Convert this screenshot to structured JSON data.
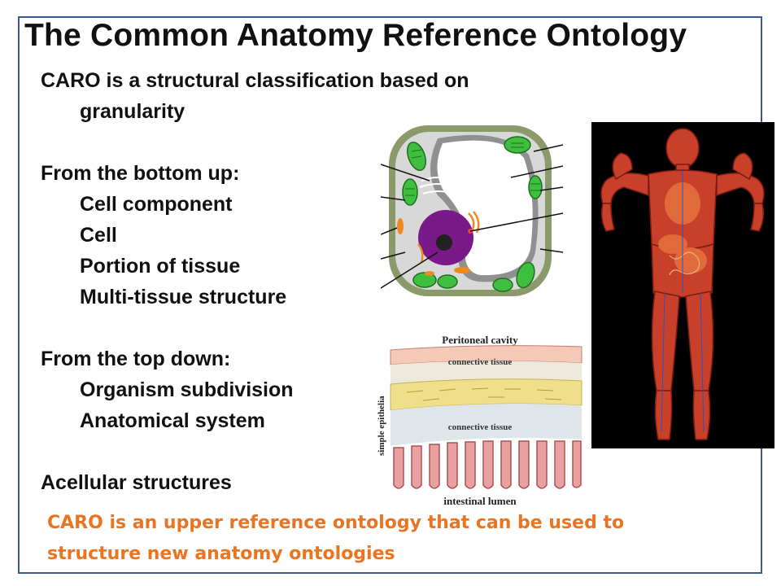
{
  "slide": {
    "title": "The Common Anatomy Reference Ontology",
    "lines": [
      {
        "text": "CARO is a structural classification based on",
        "indent": 0
      },
      {
        "text": "granularity",
        "indent": 1
      },
      {
        "text": "",
        "indent": 0
      },
      {
        "text": "From the bottom up:",
        "indent": 0
      },
      {
        "text": "Cell component",
        "indent": 1
      },
      {
        "text": "Cell",
        "indent": 1
      },
      {
        "text": "Portion of tissue",
        "indent": 1
      },
      {
        "text": "Multi-tissue structure",
        "indent": 1
      },
      {
        "text": "",
        "indent": 0
      },
      {
        "text": "From the top down:",
        "indent": 0
      },
      {
        "text": "Organism subdivision",
        "indent": 1
      },
      {
        "text": "Anatomical system",
        "indent": 1
      },
      {
        "text": "",
        "indent": 0
      },
      {
        "text": "Acellular structures",
        "indent": 0
      }
    ],
    "footer_line1": "CARO is an upper reference ontology that can be used to",
    "footer_line2": "structure new anatomy ontologies"
  },
  "figures": {
    "tissue": {
      "top_label": "Peritoneal cavity",
      "layer1": "connective tissue",
      "layer2": "connective tissue",
      "bottom_label": "intestinal lumen",
      "side_label": "simple epithelia"
    }
  },
  "colors": {
    "footer": "#e97421",
    "border": "#3a5a8c"
  }
}
